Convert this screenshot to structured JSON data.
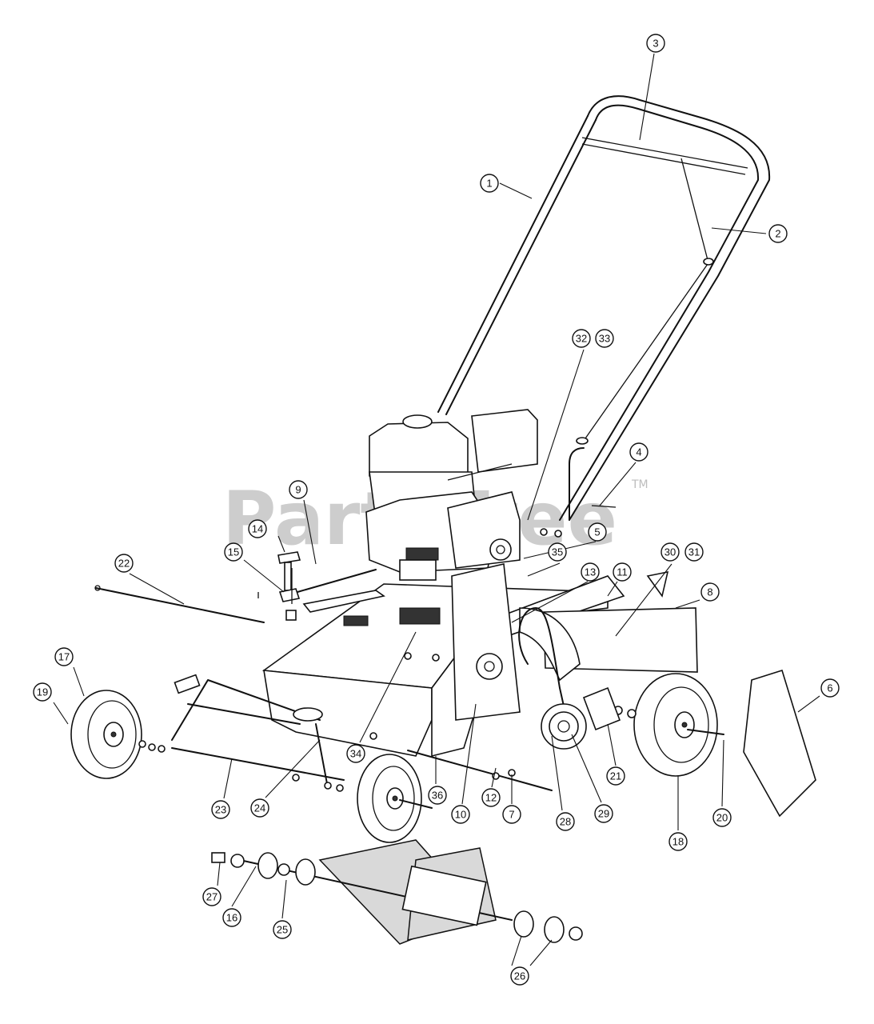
{
  "watermark": {
    "text": "PartsTree",
    "trademark": "TM"
  },
  "callouts": [
    {
      "label": "1"
    },
    {
      "label": "2"
    },
    {
      "label": "3"
    },
    {
      "label": "4"
    },
    {
      "label": "5"
    },
    {
      "label": "6"
    },
    {
      "label": "7"
    },
    {
      "label": "8"
    },
    {
      "label": "9"
    },
    {
      "label": "10"
    },
    {
      "label": "11"
    },
    {
      "label": "12"
    },
    {
      "label": "13"
    },
    {
      "label": "14"
    },
    {
      "label": "15"
    },
    {
      "label": "16"
    },
    {
      "label": "17"
    },
    {
      "label": "18"
    },
    {
      "label": "19"
    },
    {
      "label": "20"
    },
    {
      "label": "21"
    },
    {
      "label": "22"
    },
    {
      "label": "23"
    },
    {
      "label": "24"
    },
    {
      "label": "25"
    },
    {
      "label": "26"
    },
    {
      "label": "27"
    },
    {
      "label": "28"
    },
    {
      "label": "29"
    },
    {
      "label": "30"
    },
    {
      "label": "31"
    },
    {
      "label": "32"
    },
    {
      "label": "33"
    },
    {
      "label": "34"
    },
    {
      "label": "35"
    },
    {
      "label": "36"
    }
  ]
}
